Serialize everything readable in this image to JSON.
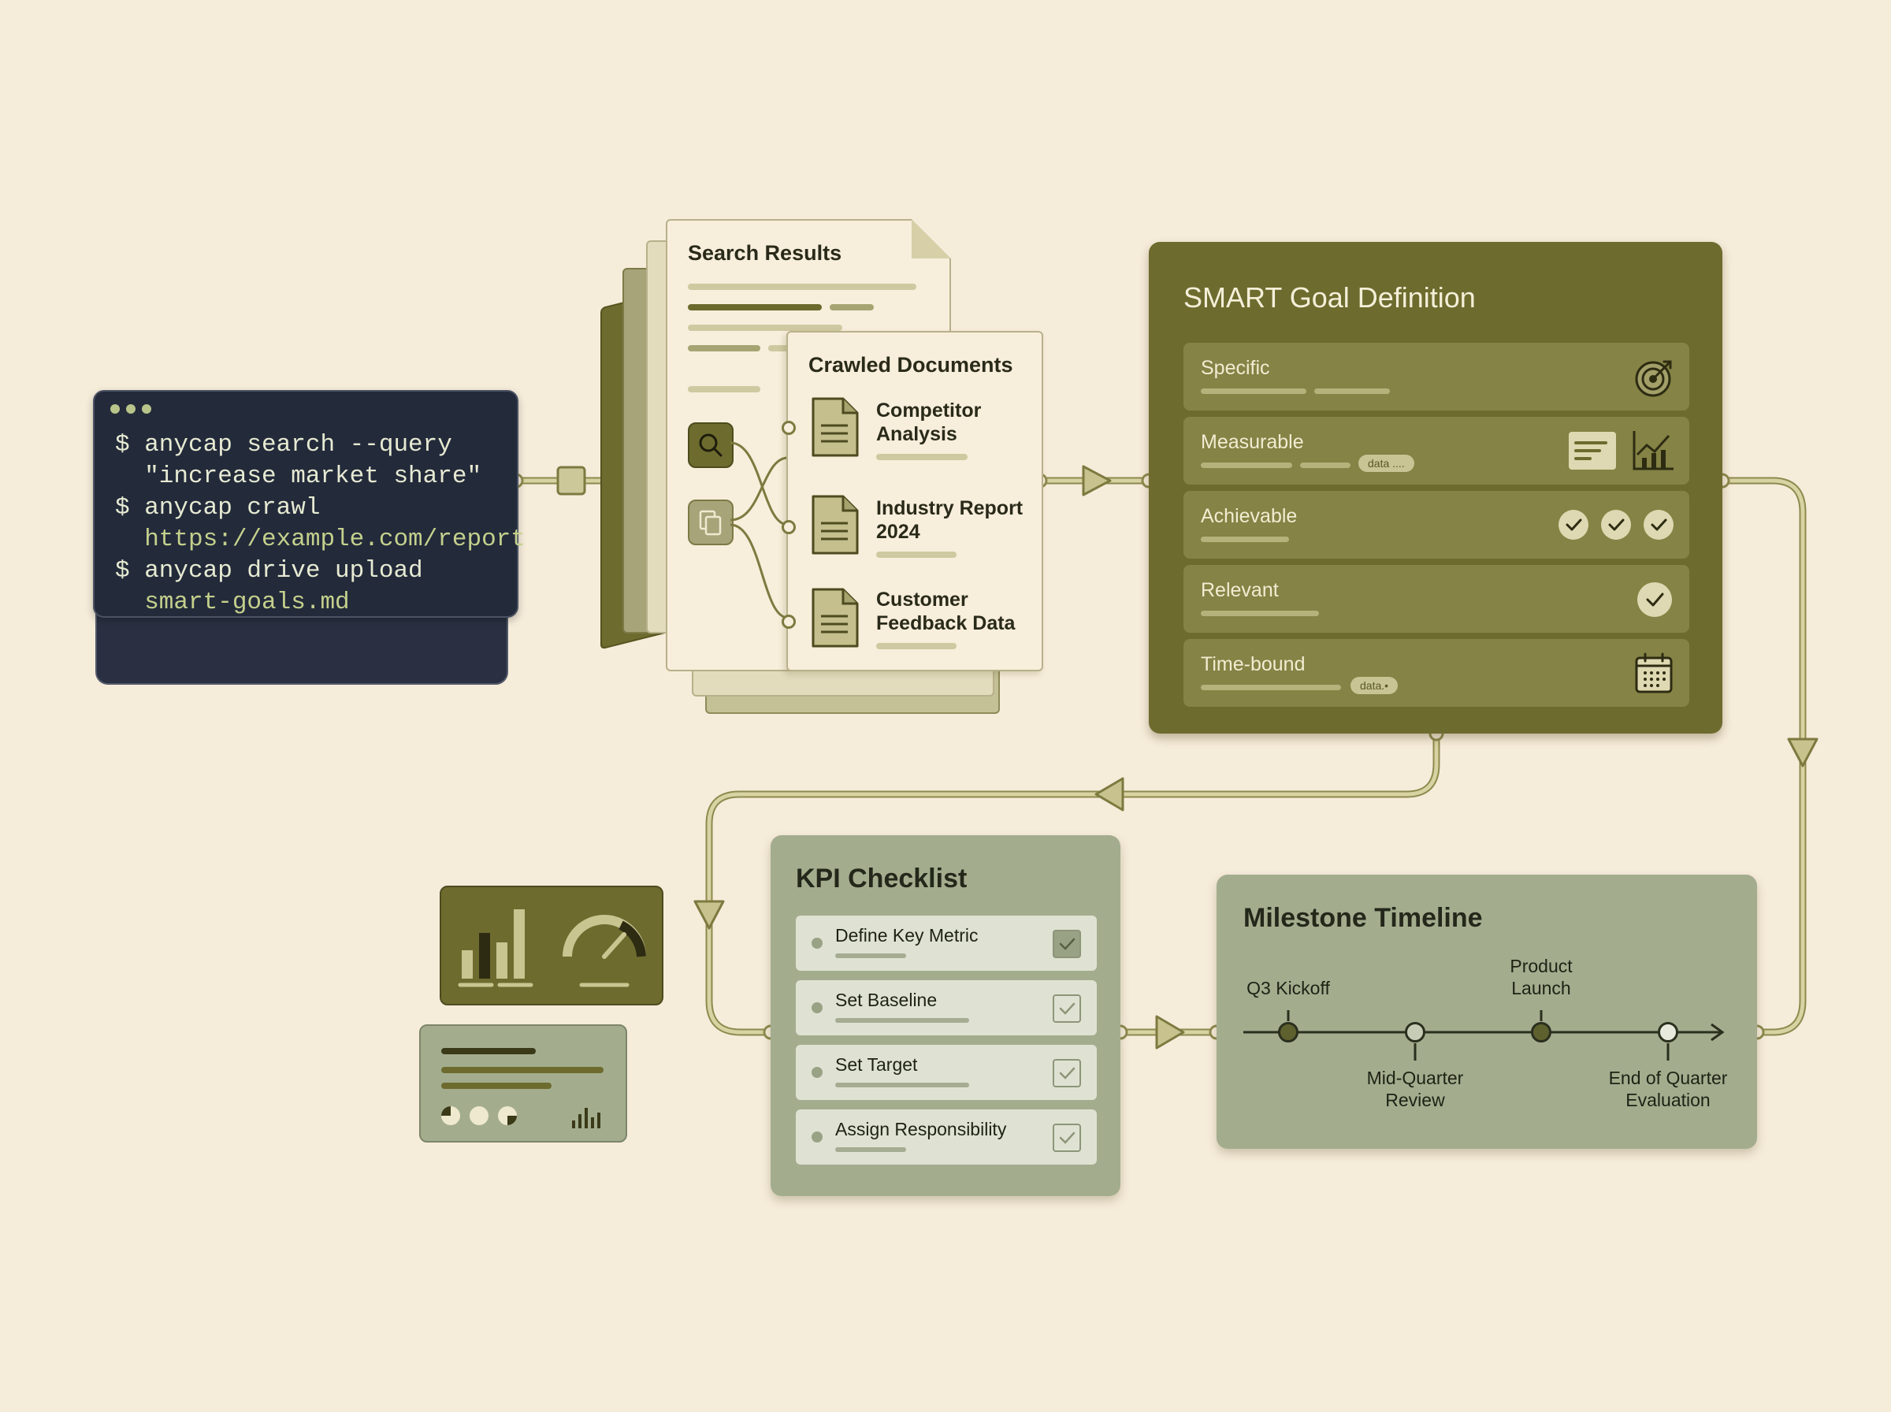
{
  "terminal": {
    "lines": [
      "$ anycap search --query",
      "  \"increase market share\"",
      "$ anycap crawl",
      "  https://example.com/report",
      "$ anycap drive upload",
      "  smart-goals.md"
    ]
  },
  "search_results": {
    "title": "Search Results"
  },
  "crawled_documents": {
    "title": "Crawled Documents",
    "items": [
      {
        "line1": "Competitor",
        "line2": "Analysis"
      },
      {
        "line1": "Industry Report",
        "line2": "2024"
      },
      {
        "line1": "Customer",
        "line2": "Feedback Data"
      }
    ]
  },
  "smart_goal": {
    "title": "SMART Goal Definition",
    "rows": [
      {
        "label": "Specific"
      },
      {
        "label": "Measurable",
        "pill": "data ...."
      },
      {
        "label": "Achievable"
      },
      {
        "label": "Relevant"
      },
      {
        "label": "Time-bound",
        "pill": "data.•"
      }
    ]
  },
  "kpi_checklist": {
    "title": "KPI Checklist",
    "items": [
      {
        "label": "Define Key Metric"
      },
      {
        "label": "Set Baseline"
      },
      {
        "label": "Set Target"
      },
      {
        "label": "Assign Responsibility"
      }
    ]
  },
  "milestone_timeline": {
    "title": "Milestone Timeline",
    "milestones": [
      {
        "line1": "Q3 Kickoff",
        "line2": ""
      },
      {
        "line1": "Mid-Quarter",
        "line2": "Review"
      },
      {
        "line1": "Product",
        "line2": "Launch"
      },
      {
        "line1": "End of Quarter",
        "line2": "Evaluation"
      }
    ]
  },
  "colors": {
    "background": "#f6ecda",
    "olive_dark": "#6d6b2e",
    "sage": "#a3ad8e",
    "terminal_bg": "#232a3a",
    "connector": "#c2bf86"
  },
  "icons": [
    "target-icon",
    "document-chart-icon",
    "line-chart-icon",
    "check-icon",
    "calendar-icon",
    "search-icon",
    "copy-icon",
    "file-icon",
    "bar-chart-icon",
    "gauge-icon"
  ]
}
